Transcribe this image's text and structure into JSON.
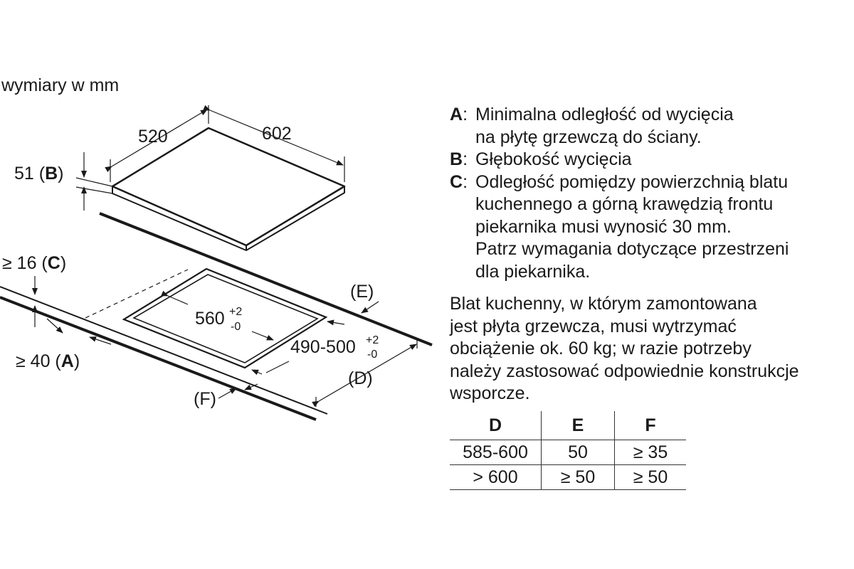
{
  "units_label": "wymiary w mm",
  "dims": {
    "width": "602",
    "depth": "520",
    "height": "51 (",
    "height_key": "B",
    "height_close": ")",
    "gap_c": "≥ 16 (",
    "gap_c_key": "C",
    "gap_c_close": ")",
    "gap_a": "≥ 40 (",
    "gap_a_key": "A",
    "gap_a_close": ")",
    "cut_width": "560",
    "cut_width_tol_plus": "+2",
    "cut_width_tol_minus": "-0",
    "cut_depth": "490-500",
    "cut_depth_tol_plus": "+2",
    "cut_depth_tol_minus": "-0",
    "label_e": "(E)",
    "label_d": "(D)",
    "label_f": "(F)"
  },
  "legend": [
    {
      "key": "A",
      "lines": [
        "Minimalna odległość od wycięcia",
        "na płytę grzewczą do ściany."
      ]
    },
    {
      "key": "B",
      "lines": [
        "Głębokość wycięcia"
      ]
    },
    {
      "key": "C",
      "lines": [
        "Odległość pomiędzy powierzchnią blatu",
        "kuchennego a górną krawędzią frontu",
        "piekarnika musi wynosić 30 mm.",
        "Patrz wymagania dotyczące przestrzeni",
        "dla piekarnika."
      ]
    }
  ],
  "note_lines": [
    "Blat kuchenny, w którym zamontowana",
    "jest płyta grzewcza, musi wytrzymać",
    "obciążenie ok. 60 kg; w razie potrzeby",
    "należy zastosować odpowiednie konstrukcje",
    "wsporcze."
  ],
  "table": {
    "headers": [
      "D",
      "E",
      "F"
    ],
    "rows": [
      [
        "585-600",
        "50",
        "≥ 35"
      ],
      [
        "> 600",
        "≥ 50",
        "≥ 50"
      ]
    ]
  }
}
